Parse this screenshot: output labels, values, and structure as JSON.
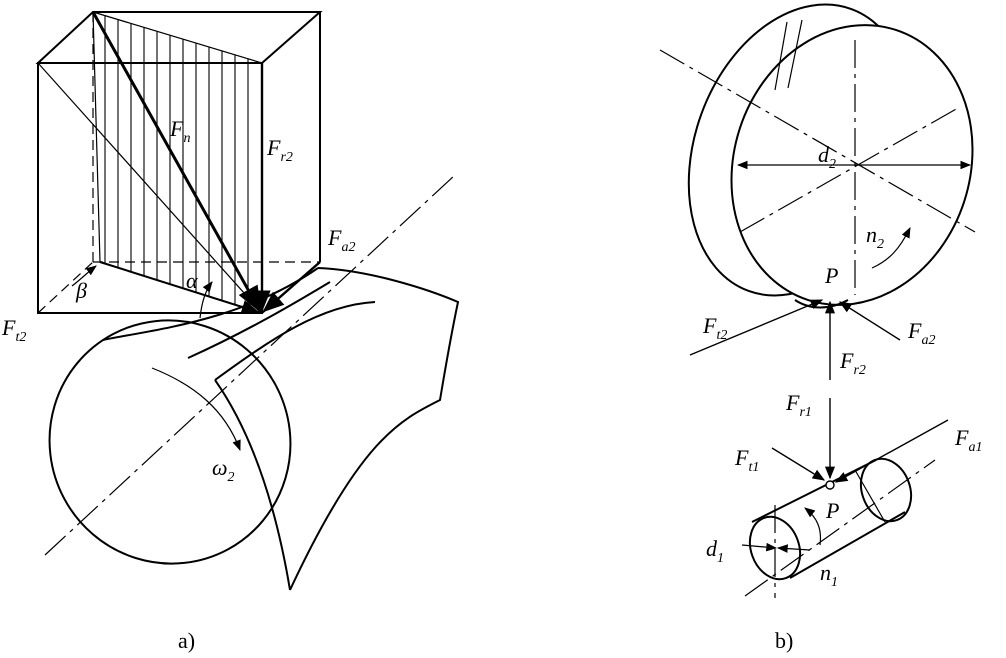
{
  "panel_a": {
    "caption": "a)",
    "force_normal": {
      "main": "F",
      "sub": "n"
    },
    "force_radial": {
      "main": "F",
      "sub": "r2"
    },
    "force_axial": {
      "main": "F",
      "sub": "a2"
    },
    "force_tangential": {
      "main": "F",
      "sub": "t2"
    },
    "angle_beta": "β",
    "angle_alpha": "α",
    "omega": {
      "main": "ω",
      "sub": "2"
    }
  },
  "panel_b": {
    "caption": "b)",
    "d2": {
      "main": "d",
      "sub": "2"
    },
    "n2": {
      "main": "n",
      "sub": "2"
    },
    "p_upper": "P",
    "ft2": {
      "main": "F",
      "sub": "t2"
    },
    "fa2": {
      "main": "F",
      "sub": "a2"
    },
    "fr2": {
      "main": "F",
      "sub": "r2"
    },
    "fr1": {
      "main": "F",
      "sub": "r1"
    },
    "ft1": {
      "main": "F",
      "sub": "t1"
    },
    "fa1": {
      "main": "F",
      "sub": "a1"
    },
    "p_lower": "P",
    "d1": {
      "main": "d",
      "sub": "1"
    },
    "n1": {
      "main": "n",
      "sub": "1"
    }
  }
}
